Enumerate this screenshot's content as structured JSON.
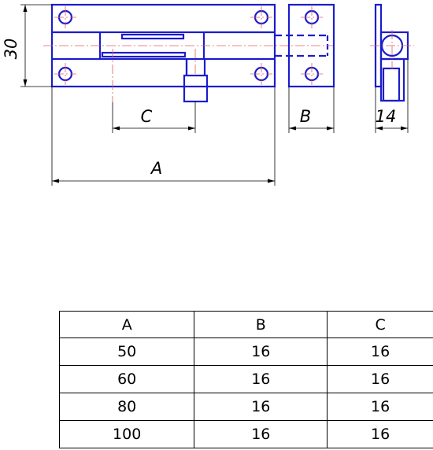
{
  "drawing": {
    "labels": {
      "height": "30",
      "a": "A",
      "b": "B",
      "c": "C",
      "depth": "14"
    }
  },
  "table": {
    "headers": [
      "A",
      "B",
      "C"
    ],
    "rows": [
      [
        "50",
        "16",
        "16"
      ],
      [
        "60",
        "16",
        "16"
      ],
      [
        "80",
        "16",
        "16"
      ],
      [
        "100",
        "16",
        "16"
      ]
    ]
  },
  "colors": {
    "outline": "#1c1ccc",
    "centerline": "#e06060",
    "dimension": "#000000"
  }
}
